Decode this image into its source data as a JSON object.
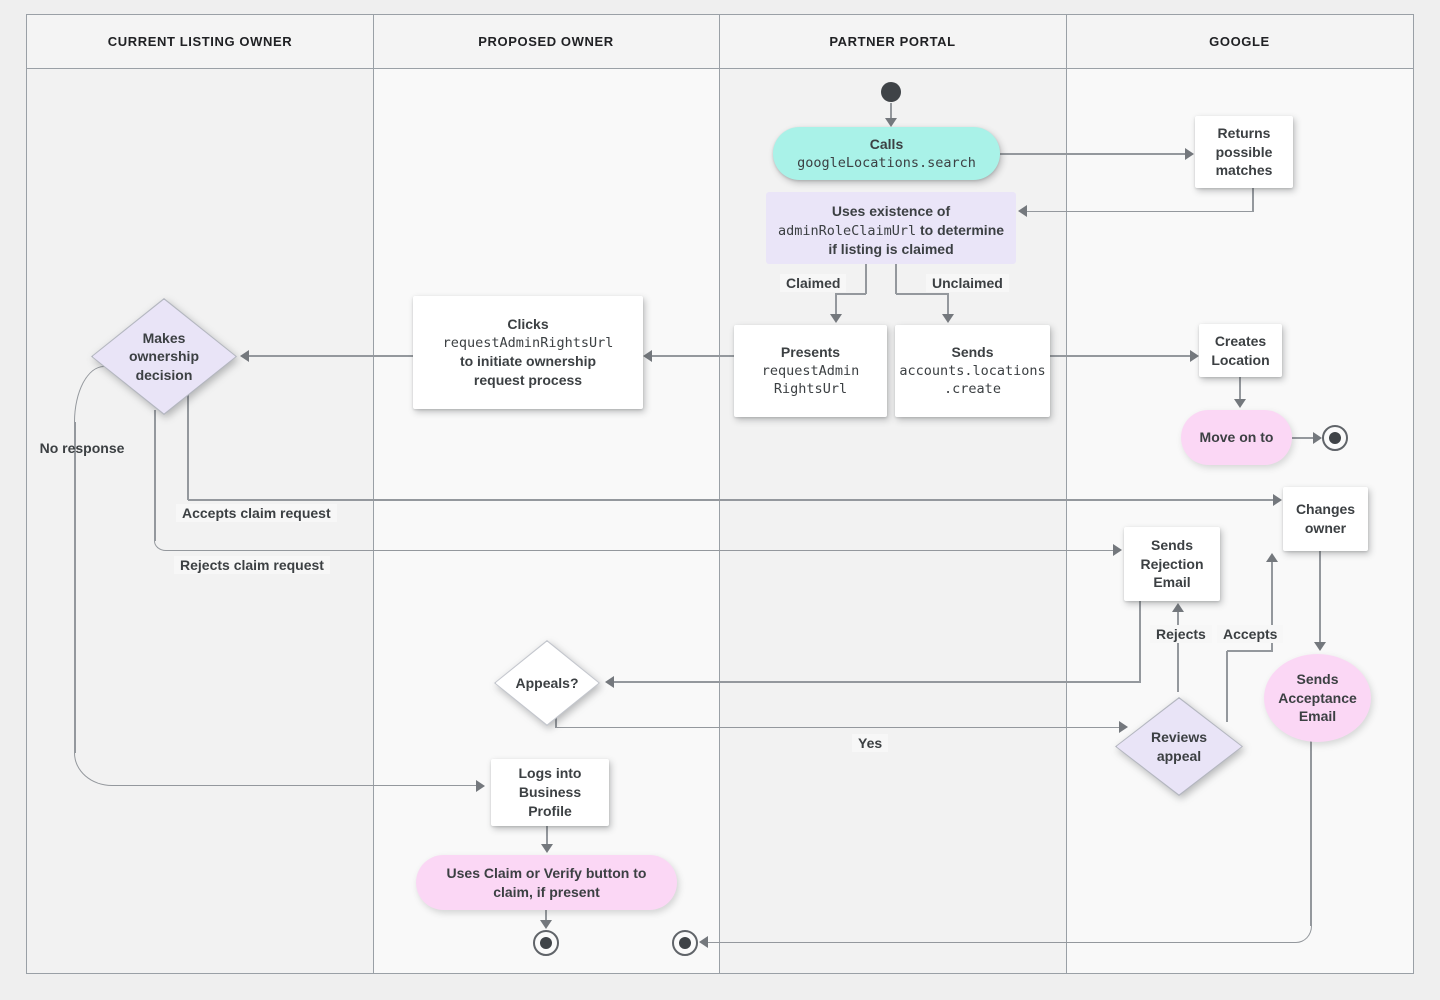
{
  "header": {
    "lanes": [
      {
        "label": "CURRENT LISTING OWNER"
      },
      {
        "label": "PROPOSED OWNER"
      },
      {
        "label": "PARTNER PORTAL"
      },
      {
        "label": "GOOGLE"
      }
    ]
  },
  "nodes": {
    "calls": {
      "title": "Calls",
      "code": "googleLocations.search"
    },
    "returns_matches": {
      "label": "Returns possible matches"
    },
    "uses_existence": {
      "pre": "Uses existence of ",
      "code": "adminRoleClaimUrl",
      "post": " to determine if listing is claimed"
    },
    "presents": {
      "title": "Presents",
      "code_lines": [
        "requestAdmin",
        "RightsUrl"
      ]
    },
    "sends_create": {
      "title": "Sends",
      "code_lines": [
        "accounts.locations",
        ".create"
      ]
    },
    "clicks": {
      "title": "Clicks",
      "code": "requestAdminRightsUrl",
      "post": "to initiate ownership request process"
    },
    "makes_decision": {
      "label": "Makes ownership decision"
    },
    "creates_location": {
      "label": "Creates Location"
    },
    "move_on": {
      "label": "Move on to"
    },
    "changes_owner": {
      "label": "Changes owner"
    },
    "sends_rejection": {
      "label": "Sends Rejection Email"
    },
    "sends_acceptance": {
      "label": "Sends Acceptance Email"
    },
    "reviews_appeal": {
      "label": "Reviews appeal"
    },
    "appeals": {
      "label": "Appeals?"
    },
    "logs_into": {
      "label": "Logs into Business Profile"
    },
    "uses_claim": {
      "label": "Uses Claim or Verify button to claim, if present"
    }
  },
  "edge_labels": {
    "claimed": "Claimed",
    "unclaimed": "Unclaimed",
    "no_response": "No response",
    "accepts_claim": "Accepts claim request",
    "rejects_claim": "Rejects claim request",
    "rejects": "Rejects",
    "accepts": "Accepts",
    "yes": "Yes"
  },
  "colors": {
    "teal": "#a9f2e8",
    "lavender": "#e9e4f7",
    "pink": "#fbd7f5",
    "line": "#94989d",
    "text": "#3c4043"
  }
}
